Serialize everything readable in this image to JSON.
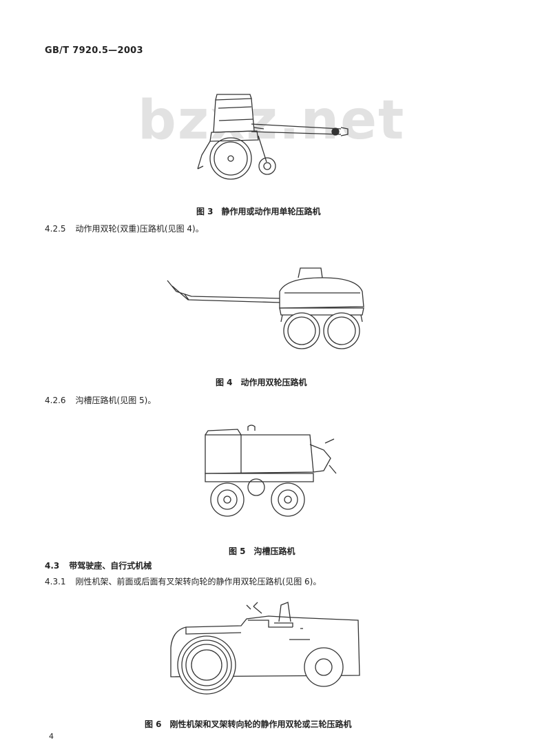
{
  "header": {
    "standard_id": "GB/T 7920.5—2003"
  },
  "watermark": {
    "text": "bzxz.net"
  },
  "figures": [
    {
      "caption": "图 3　静作用或动作用单轮压路机"
    },
    {
      "caption": "图 4　动作用双轮压路机"
    },
    {
      "caption": "图 5　沟槽压路机"
    },
    {
      "caption": "图 6　刚性机架和叉架转向轮的静作用双轮或三轮压路机"
    }
  ],
  "paragraphs": [
    {
      "number": "4.2.5",
      "text": "动作用双轮(双重)压路机(见图 4)。"
    },
    {
      "number": "4.2.6",
      "text": "沟槽压路机(见图 5)。"
    },
    {
      "number": "4.3",
      "text": "带驾驶座、自行式机械"
    },
    {
      "number": "4.3.1",
      "text": "刚性机架、前面或后面有叉架转向轮的静作用双轮压路机(见图 6)。"
    }
  ],
  "page": {
    "number": "4"
  }
}
